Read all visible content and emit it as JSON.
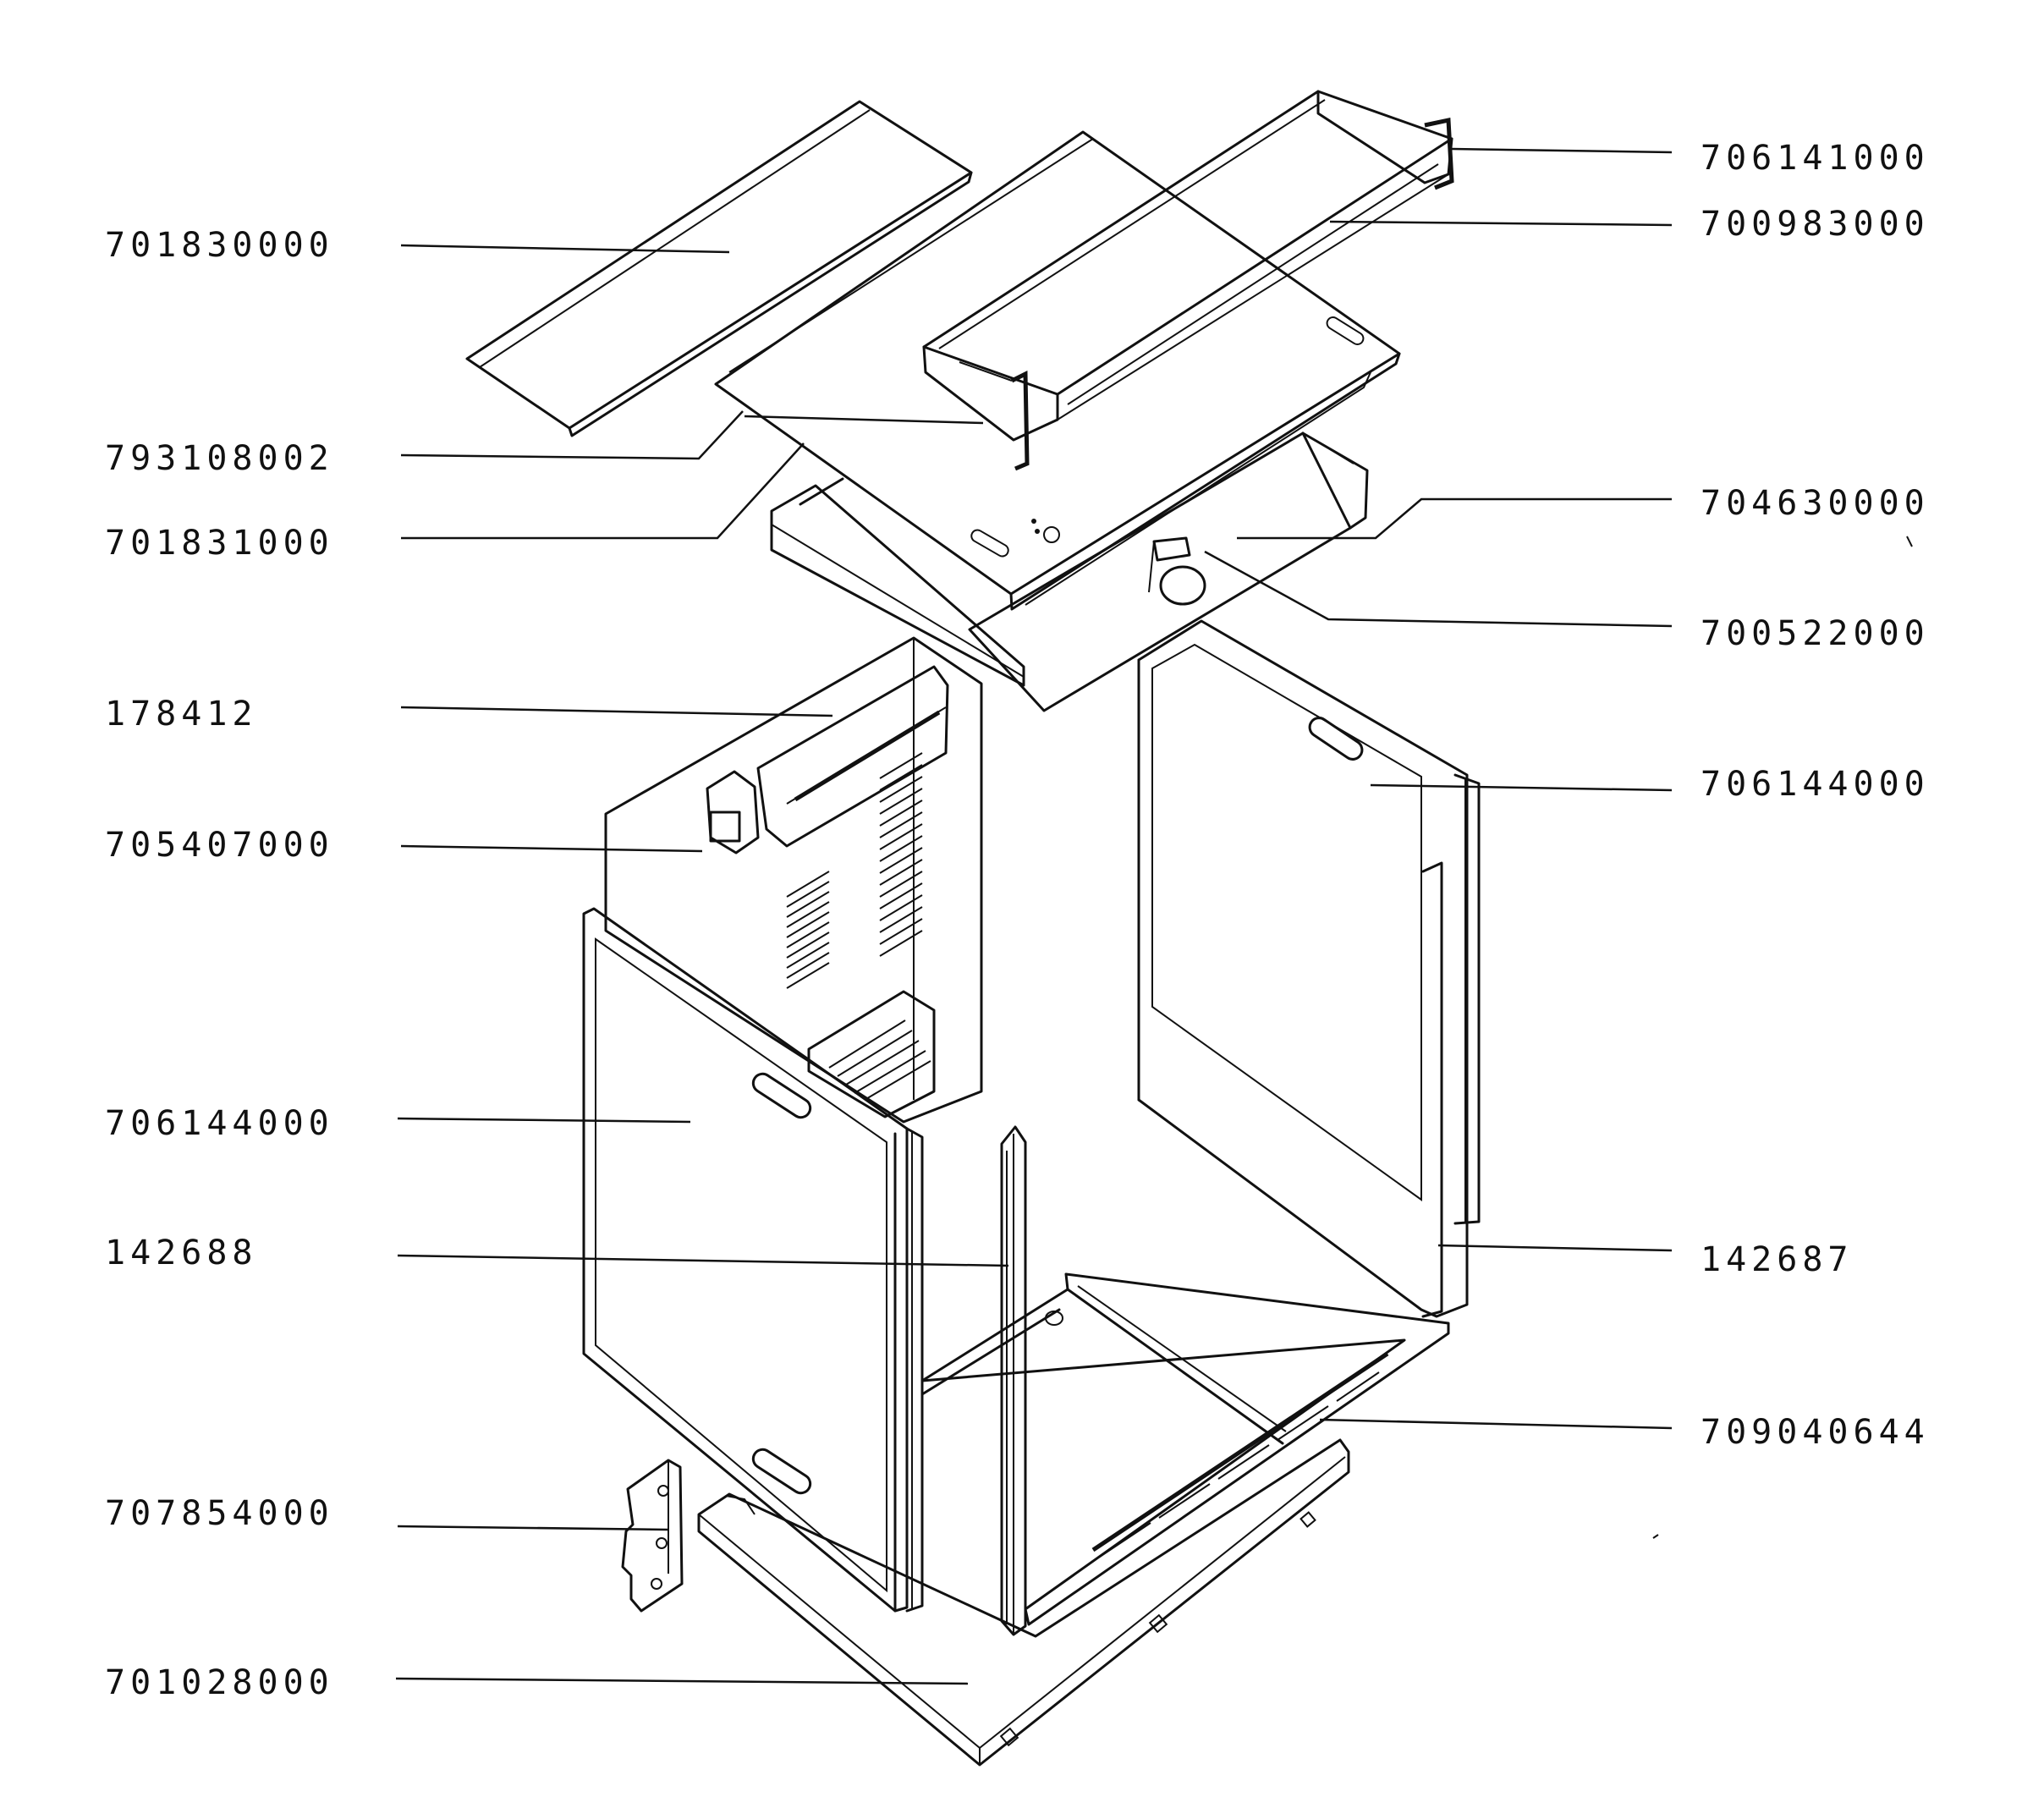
{
  "labels": {
    "l01": "701830000",
    "l02": "793108002",
    "l03": "701831000",
    "l04": "178412",
    "l05": "705407000",
    "l06": "706144000",
    "l07": "142688",
    "l08": "707854000",
    "l09": "701028000",
    "r01": "706141000",
    "r02": "700983000",
    "r03": "704630000",
    "r04": "700522000",
    "r05": "706144000",
    "r06": "142687",
    "r07": "709040644"
  }
}
